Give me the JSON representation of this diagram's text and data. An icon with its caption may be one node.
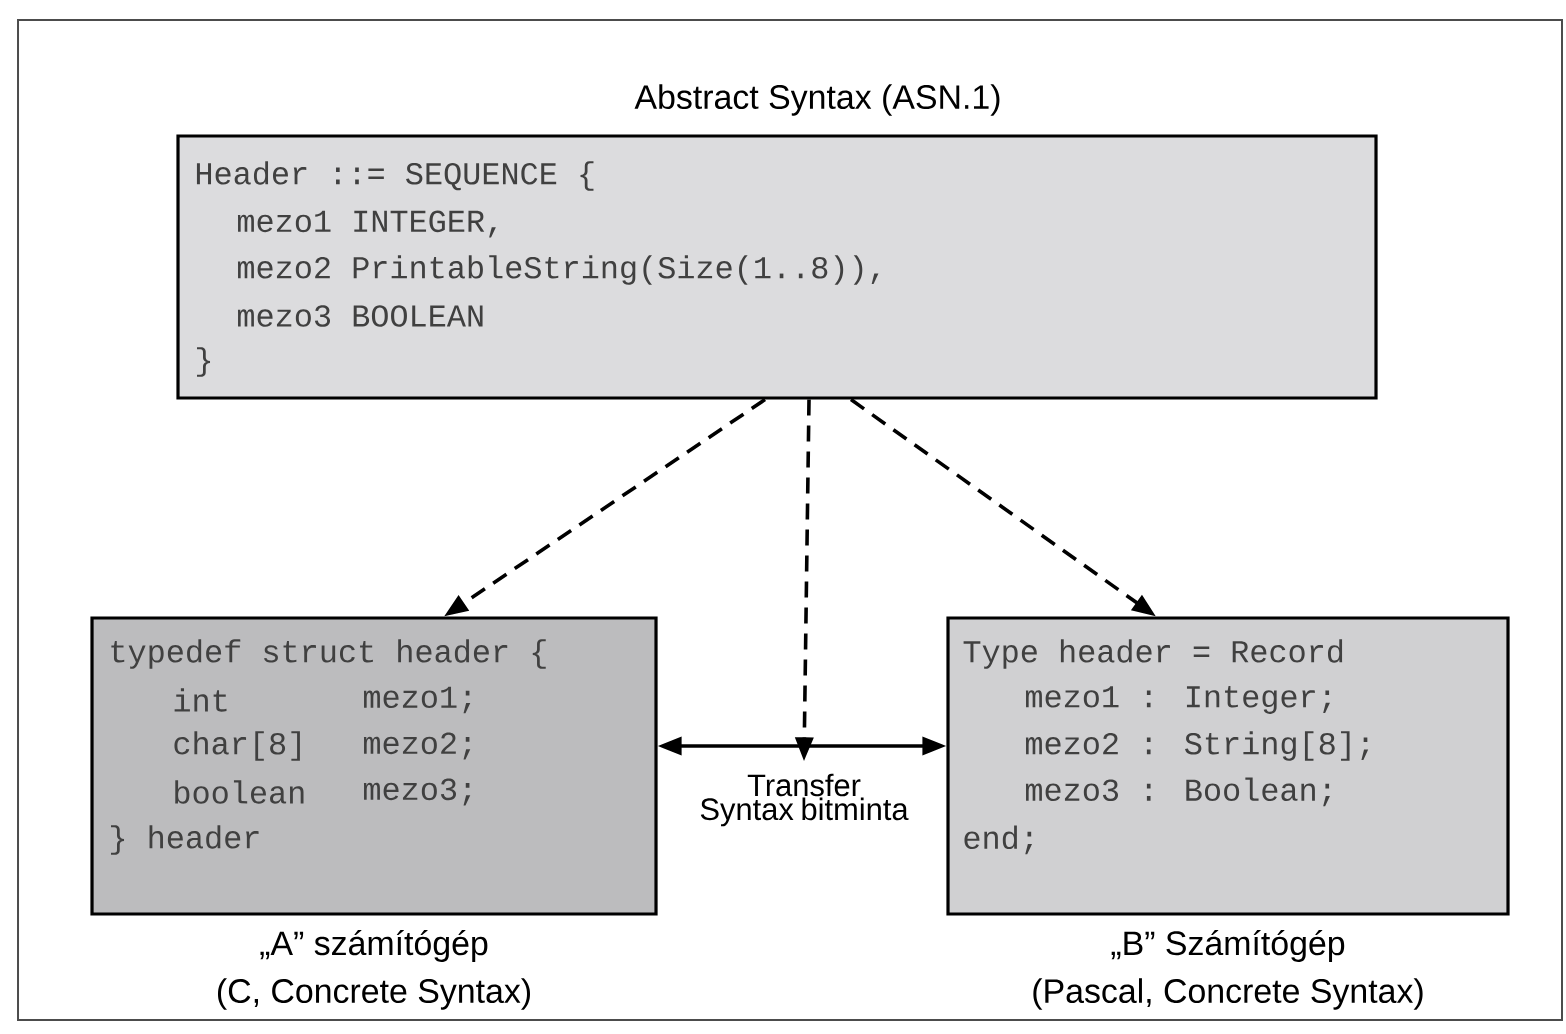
{
  "diagram": {
    "nodes": [
      {
        "text": [
          "Abstract Syntax (ASN.1)",
          "Header ::= SEQUENCE {",
          "mezo1 INTEGER,",
          "mezo2 PrintableString(Size(1..8)),",
          "mezo3 BOOLEAN",
          "}"
        ]
      },
      {
        "text": [
          "typedef struct header {",
          "int",
          "mezo1;",
          "char[8]",
          "mezo2;",
          "boolean",
          "mezo3;",
          "} header"
        ],
        "beside": [
          "„A” számítógép",
          "(C, Concrete Syntax)"
        ]
      },
      {
        "text": [
          "Type header = Record",
          "mezo1 : Integer;",
          "mezo2 : String[8];",
          "mezo3 : Boolean;",
          "end;"
        ],
        "beside": [
          "„B” Számítógép",
          "(Pascal, Concrete Syntax)"
        ]
      },
      {
        "text": [
          "Transfer Syntax bitminta"
        ]
      }
    ],
    "edges": [
      {
        "from": 0,
        "to": 1,
        "arrow": "to",
        "style": "dashed"
      },
      {
        "from": 0,
        "to": 3,
        "arrow": "to",
        "style": "dashed"
      },
      {
        "from": 0,
        "to": 2,
        "arrow": "to",
        "style": "dashed"
      },
      {
        "from": 1,
        "to": 2,
        "arrow": "both"
      }
    ]
  }
}
